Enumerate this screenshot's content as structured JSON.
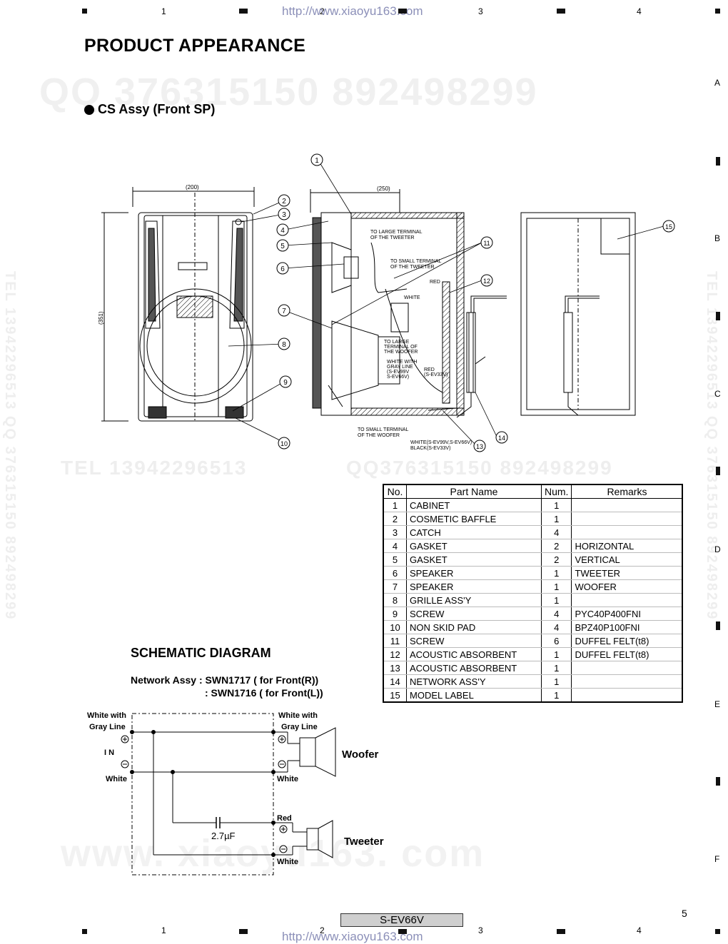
{
  "header": {
    "url_top": "http://www.xiaoyu163.com",
    "url_bottom": "http://www.xiaoyu163.com",
    "column_numbers": [
      "1",
      "2",
      "3",
      "4"
    ],
    "row_letters": [
      "A",
      "B",
      "C",
      "D",
      "E",
      "F"
    ]
  },
  "watermarks": {
    "qq_line": "QQ 376315150   892498299",
    "tel_line": "TEL 13942296513",
    "qq_line2": "QQ376315150   892498299",
    "bottom_line": "www. xiaoyu163. com",
    "vert_right": "TEL 13942296513  QQ 376315150  892498299",
    "vert_left": "TEL 13942296513  QQ 376315150  892498299"
  },
  "page": {
    "title": "PRODUCT APPEARANCE",
    "subtitle": "CS Assy (Front SP)",
    "page_number": "5",
    "model": "S-EV66V"
  },
  "drawing": {
    "dim_front_width": "(200)",
    "dim_side_width": "(250)",
    "dim_height": "(351)",
    "callouts": [
      "1",
      "2",
      "3",
      "4",
      "5",
      "6",
      "7",
      "8",
      "9",
      "10",
      "11",
      "12",
      "13",
      "14",
      "15"
    ],
    "notes": {
      "to_large_tweeter": [
        "TO LARGE TERMINAL",
        "OF THE TWEETER"
      ],
      "to_small_tweeter": [
        "TO SMALL TERMINAL",
        "OF THE TWEETER"
      ],
      "red": "RED",
      "white": "WHITE",
      "to_large_woofer": [
        "TO LARGE",
        "TERMINAL OF",
        "THE WOOFER"
      ],
      "white_gray": [
        "WHITE WITH",
        "GRAY LINE",
        "(S-EV99V",
        "S-EV66V)"
      ],
      "red_s": [
        "RED",
        "(S-EV33V)"
      ],
      "to_small_woofer": [
        "TO SMALL TERMINAL",
        "OF THE WOOFER"
      ],
      "white_black": [
        "WHITE(S-EV99V,S-EV66V)",
        "BLACK(S-EV33V)"
      ]
    }
  },
  "parts_table": {
    "headers": [
      "No.",
      "Part Name",
      "Num.",
      "Remarks"
    ],
    "rows": [
      [
        "1",
        "CABINET",
        "1",
        ""
      ],
      [
        "2",
        "COSMETIC BAFFLE",
        "1",
        ""
      ],
      [
        "3",
        "CATCH",
        "4",
        ""
      ],
      [
        "4",
        "GASKET",
        "2",
        "HORIZONTAL"
      ],
      [
        "5",
        "GASKET",
        "2",
        "VERTICAL"
      ],
      [
        "6",
        "SPEAKER",
        "1",
        "TWEETER"
      ],
      [
        "7",
        "SPEAKER",
        "1",
        "WOOFER"
      ],
      [
        "8",
        "GRILLE ASS'Y",
        "1",
        ""
      ],
      [
        "9",
        "SCREW",
        "4",
        "PYC40P400FNI"
      ],
      [
        "10",
        "NON SKID PAD",
        "4",
        "BPZ40P100FNI"
      ],
      [
        "11",
        "SCREW",
        "6",
        "DUFFEL FELT(t8)"
      ],
      [
        "12",
        "ACOUSTIC ABSORBENT",
        "1",
        "DUFFEL FELT(t8)"
      ],
      [
        "13",
        "ACOUSTIC ABSORBENT",
        "1",
        ""
      ],
      [
        "14",
        "NETWORK ASS'Y",
        "1",
        ""
      ],
      [
        "15",
        "MODEL LABEL",
        "1",
        ""
      ]
    ]
  },
  "schematic": {
    "title": "SCHEMATIC DIAGRAM",
    "network_line1": "Network Assy : SWN1717 ( for Front(R))",
    "network_line2": ": SWN1716 ( for Front(L))",
    "in_label": "I N",
    "left_top_1": "White with",
    "left_top_2": "Gray Line",
    "left_bottom": "White",
    "right_top_1": "White with",
    "right_top_2": "Gray Line",
    "right_white1": "White",
    "right_red": "Red",
    "right_white2": "White",
    "capacitor": "2.7µF",
    "woofer": "Woofer",
    "tweeter": "Tweeter"
  }
}
